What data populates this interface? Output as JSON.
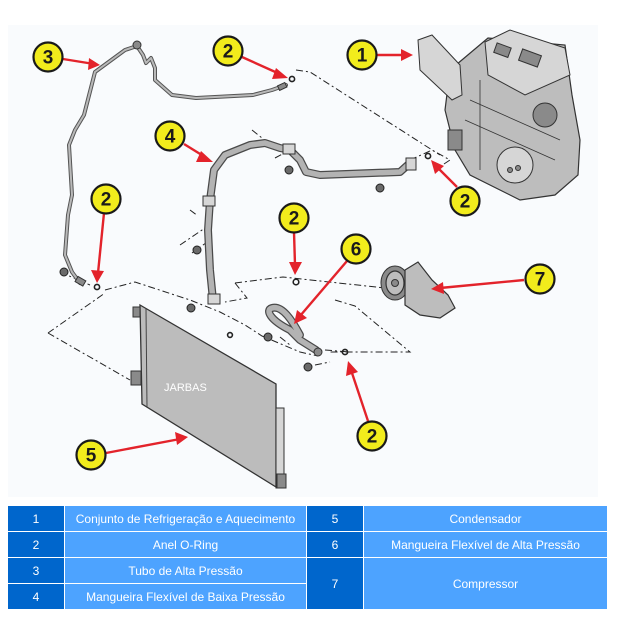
{
  "diagram": {
    "watermark": "JARBAS",
    "callouts": [
      {
        "id": "callout-3",
        "number": "3"
      },
      {
        "id": "callout-2-top",
        "number": "2"
      },
      {
        "id": "callout-1",
        "number": "1"
      },
      {
        "id": "callout-4",
        "number": "4"
      },
      {
        "id": "callout-2-right",
        "number": "2"
      },
      {
        "id": "callout-2-left",
        "number": "2"
      },
      {
        "id": "callout-2-middle",
        "number": "2"
      },
      {
        "id": "callout-6",
        "number": "6"
      },
      {
        "id": "callout-7",
        "number": "7"
      },
      {
        "id": "callout-5",
        "number": "5"
      },
      {
        "id": "callout-2-bottom",
        "number": "2"
      }
    ],
    "colors": {
      "callout_fill": "#F2EC1C",
      "leader": "#E3232B",
      "background": "#F9FBFD"
    }
  },
  "legend": {
    "rows": [
      {
        "left_num": "1",
        "left_label": "Conjunto de Refrigeração e Aquecimento",
        "right_num": "5",
        "right_label": "Condensador"
      },
      {
        "left_num": "2",
        "left_label": "Anel O-Ring",
        "right_num": "6",
        "right_label": "Mangueira Flexível de Alta Pressão"
      },
      {
        "left_num": "3",
        "left_label": "Tubo de Alta Pressão",
        "right_num": "7",
        "right_label": "Compressor"
      },
      {
        "left_num": "4",
        "left_label": "Mangueira Flexível de Baixa Pressão"
      }
    ],
    "colors": {
      "number_cell": "#0066CC",
      "label_cell": "#4DA3FF",
      "text": "#FFFFFF"
    }
  }
}
